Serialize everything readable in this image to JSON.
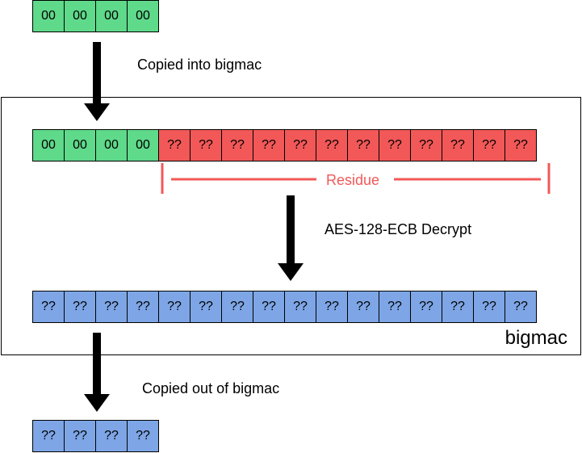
{
  "input_row": {
    "cells": [
      "00",
      "00",
      "00",
      "00"
    ]
  },
  "copied_in_label": "Copied into bigmac",
  "bigmac_row": {
    "green_cells": [
      "00",
      "00",
      "00",
      "00"
    ],
    "red_cells": [
      "??",
      "??",
      "??",
      "??",
      "??",
      "??",
      "??",
      "??",
      "??",
      "??",
      "??",
      "??"
    ]
  },
  "residue_label": "Residue",
  "decrypt_label": "AES-128-ECB Decrypt",
  "output_row": {
    "cells": [
      "??",
      "??",
      "??",
      "??",
      "??",
      "??",
      "??",
      "??",
      "??",
      "??",
      "??",
      "??",
      "??",
      "??",
      "??",
      "??"
    ]
  },
  "bigmac_label": "bigmac",
  "copied_out_label": "Copied out of bigmac",
  "final_row": {
    "cells": [
      "??",
      "??",
      "??",
      "??"
    ]
  },
  "colors": {
    "green": "#5fd98a",
    "red": "#f25858",
    "blue": "#7ea6e6",
    "residue_bracket": "#f25858",
    "arrow": "#000000"
  }
}
